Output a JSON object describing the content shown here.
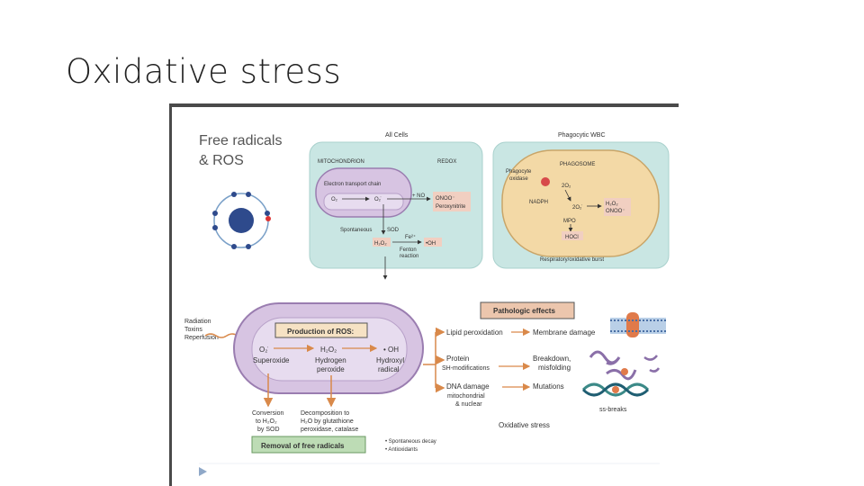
{
  "slide": {
    "title": "Oxidative stress"
  },
  "figure": {
    "header_title_line1": "Free radicals",
    "header_title_line2": "& ROS",
    "top_left_panel": {
      "label": "All Cells",
      "mitochondrion": "MITOCHONDRION",
      "redox": "REDOX",
      "etc": "Electron transport chain",
      "o2": "O₂",
      "superoxide": "O₂̇",
      "no": "+ NO",
      "onoo": "ONOO⁻",
      "peroxynitrite": "Peroxynitrite",
      "spontaneous": "Spontaneous",
      "sod": "SOD",
      "h2o2": "H₂O₂",
      "fe": "Fe²⁺",
      "oh": "•OH",
      "fenton": "Fenton",
      "reaction": "reaction"
    },
    "top_right_panel": {
      "label": "Phagocytic WBC",
      "phagosome": "PHAGOSOME",
      "phagocyte": "Phagocyte",
      "oxidase": "oxidase",
      "nadph": "NADPH",
      "o2": "2O₂",
      "superoxide": "2O₂̇",
      "h2o2": "H₂O₂",
      "onoo": "ONOO⁻",
      "mpo": "MPO",
      "hocl": "HOCl",
      "burst": "Respiratory/oxidative burst"
    },
    "inputs": [
      "Radiation",
      "Toxins",
      "Reperfusion"
    ],
    "production": {
      "title": "Production of ROS:",
      "o2_symbol": "O₂̇",
      "o2_name": "Superoxide",
      "h2o2_symbol": "H₂O₂",
      "h2o2_name_1": "Hydrogen",
      "h2o2_name_2": "peroxide",
      "oh_symbol": "• OH",
      "oh_name_1": "Hydroxyl",
      "oh_name_2": "radical"
    },
    "conversion": [
      "Conversion",
      "to H₂O₂",
      "by SOD"
    ],
    "decomposition": [
      "Decomposition to",
      "H₂O by glutathione",
      "peroxidase, catalase"
    ],
    "removal": "Removal of free radicals",
    "removal_notes": [
      "• Spontaneous decay",
      "• Antioxidants"
    ],
    "pathologic": {
      "title": "Pathologic effects",
      "lipid": "Lipid peroxidation",
      "membrane": "Membrane damage",
      "protein": "Protein",
      "sh_mods": "SH-modifications",
      "breakdown_1": "Breakdown,",
      "breakdown_2": "misfolding",
      "dna": "DNA damage",
      "mito_1": "mitochondrial",
      "mito_2": "& nuclear",
      "mutations": "Mutations",
      "ss_breaks": "ss-breaks",
      "oxidative_stress": "Oxidative stress"
    }
  },
  "colors": {
    "teal_panel": "#c9e6e3",
    "mito_purple": "#d7c4e2",
    "phagosome_tan": "#f3d9a6",
    "production_box": "#f6e2c4",
    "pathologic_box": "#ecc6ad",
    "removal_box": "#bddcb5",
    "arrow_orange": "#d9894a",
    "atom_blue": "#2e4a8c"
  }
}
